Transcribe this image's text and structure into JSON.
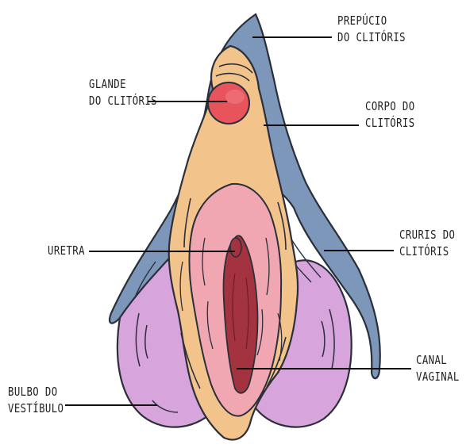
{
  "colors": {
    "prepuce_blue": "#7d97bb",
    "outline": "#2a2f3a",
    "labia_tan": "#f2c48c",
    "bulb_purple": "#d7a4dc",
    "vestibule_pink": "#f0a7b2",
    "canal_red": "#a3333f",
    "glans_red": "#e8545c"
  },
  "labels": {
    "prepucio": [
      "PREPÚCIO",
      "DO CLITÓRIS"
    ],
    "glande": [
      "GLANDE",
      "DO CLITÓRIS"
    ],
    "corpo": [
      "CORPO DO",
      "CLITÓRIS"
    ],
    "uretra": [
      "URETRA"
    ],
    "cruris": [
      "CRURIS DO",
      "CLITÓRIS"
    ],
    "canal": [
      "CANAL",
      "VAGINAL"
    ],
    "bulbo": [
      "BULBO DO",
      "VESTÍBULO"
    ]
  }
}
